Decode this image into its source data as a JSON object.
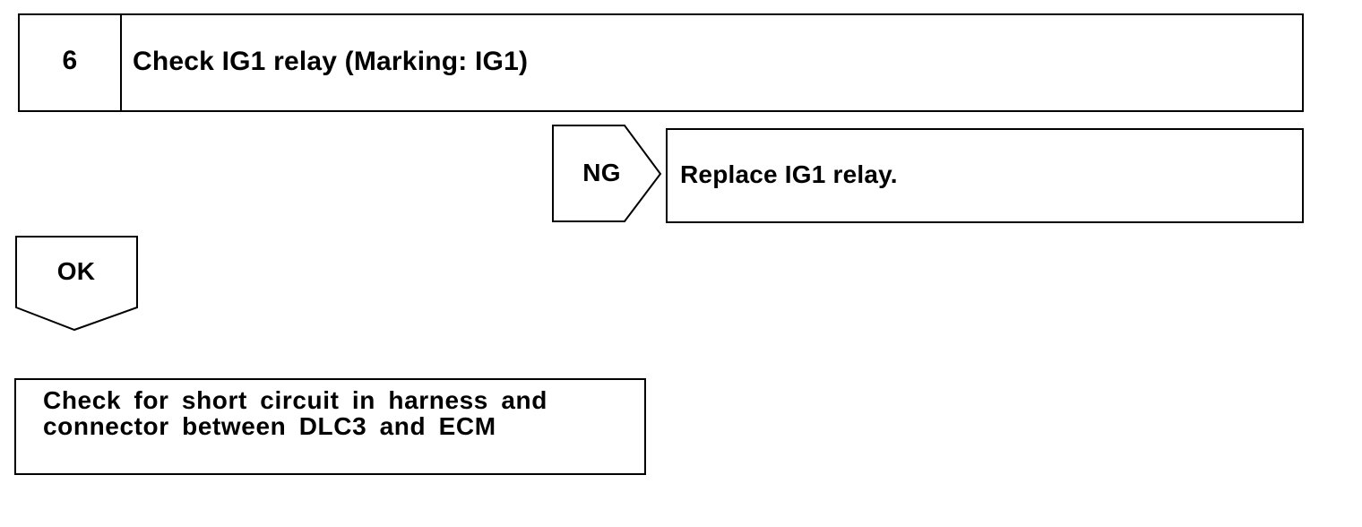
{
  "step": {
    "number": "6",
    "title": "Check IG1 relay (Marking: IG1)"
  },
  "branch_ng": {
    "label": "NG",
    "result": "Replace IG1 relay."
  },
  "branch_ok": {
    "label": "OK"
  },
  "next_step": {
    "text": "Check for short circuit in harness and connector between DLC3 and ECM"
  }
}
